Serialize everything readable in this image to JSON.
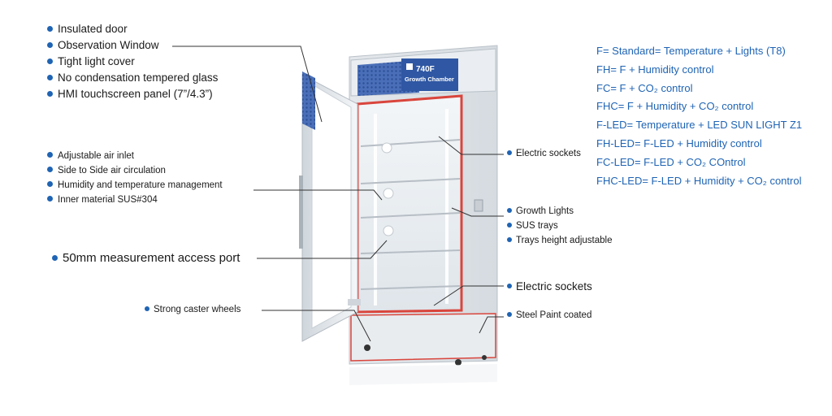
{
  "left_features_top": [
    "Insulated door",
    "Observation Window",
    "Tight light cover",
    "No condensation tempered glass",
    "HMI touchscreen panel (7”/4.3”)"
  ],
  "left_features_mid": [
    "Adjustable air inlet",
    "Side to Side air circulation",
    "Humidity and temperature management",
    "Inner material SUS#304"
  ],
  "access_port": "50mm measurement access port",
  "caster": "Strong caster wheels",
  "right_callouts": {
    "electric_sockets_top": "Electric sockets",
    "growth_lights": "Growth Lights",
    "sus_trays": "SUS trays",
    "trays_height": "Trays height adjustable",
    "electric_sockets_bottom": "Electric sockets",
    "steel_paint": "Steel Paint coated"
  },
  "product_label": {
    "model": "740F",
    "name": "Growth Chamber"
  },
  "models": [
    "F= Standard= Temperature + Lights (T8)",
    "FH= F + Humidity control",
    "FC= F + CO₂ control",
    "FHC= F + Humidity + CO₂ control",
    "F-LED= Temperature + LED SUN LIGHT Z1",
    "FH-LED= F-LED + Humidity control",
    "FC-LED= F-LED + CO₂ COntrol",
    "FHC-LED= F-LED + Humidity + CO₂ control"
  ],
  "colors": {
    "accent": "#1f64b4",
    "body": "#e9ecef",
    "panel_blue": "#3a5fae",
    "red_seal": "#d9453c"
  }
}
